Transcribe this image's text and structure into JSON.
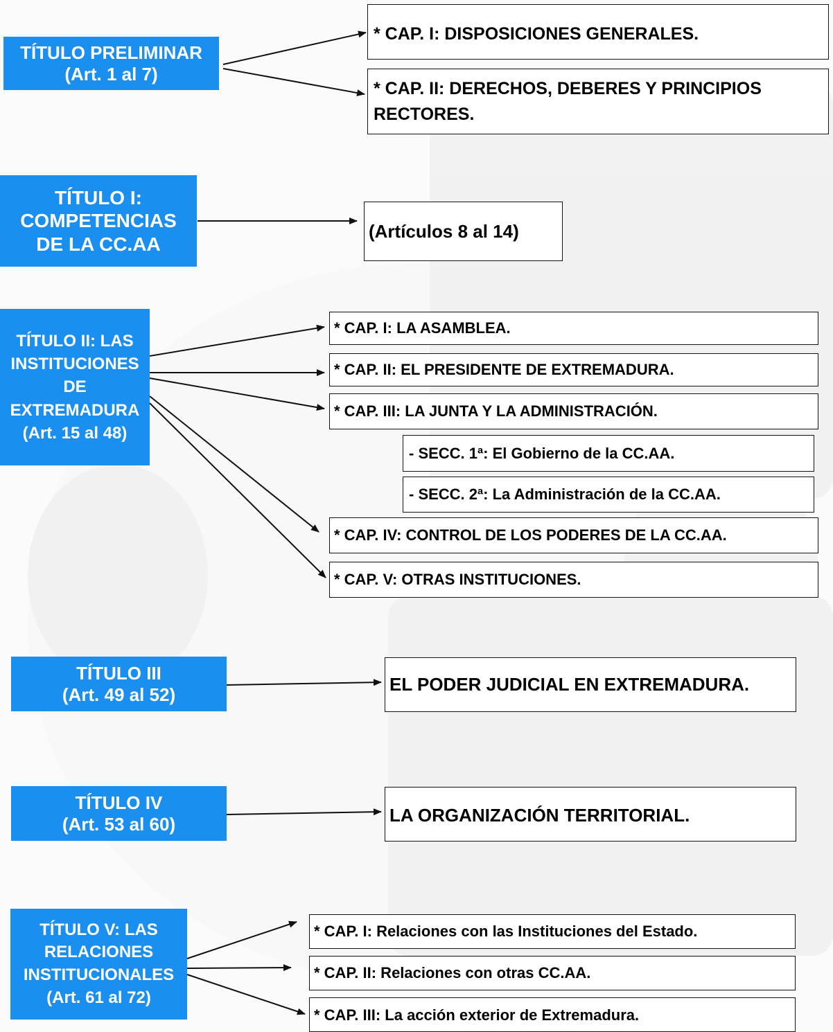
{
  "titles": {
    "preliminar": [
      "TÍTULO PRELIMINAR",
      "(Art. 1 al 7)"
    ],
    "t1": [
      "TÍTULO I:",
      "COMPETENCIAS",
      "DE LA CC.AA"
    ],
    "t2": [
      "TÍTULO II: LAS",
      "INSTITUCIONES",
      "DE",
      "EXTREMADURA",
      "(Art. 15 al 48)"
    ],
    "t3": [
      "TÍTULO III",
      "(Art. 49 al 52)"
    ],
    "t4": [
      "TÍTULO IV",
      "(Art. 53 al 60)"
    ],
    "t5": [
      "TÍTULO V: LAS",
      "RELACIONES",
      "INSTITUCIONALES",
      "(Art. 61 al 72)"
    ]
  },
  "boxes": {
    "pre_cap1": "* CAP. I: DISPOSICIONES GENERALES.",
    "pre_cap2_l1": "* CAP. II: DERECHOS, DEBERES Y PRINCIPIOS",
    "pre_cap2_l2": "RECTORES.",
    "t1_articulos": "(Artículos 8 al 14)",
    "t2_cap1": "* CAP. I: LA ASAMBLEA.",
    "t2_cap2": "* CAP. II: EL PRESIDENTE DE EXTREMADURA.",
    "t2_cap3": "* CAP. III: LA JUNTA Y LA ADMINISTRACIÓN.",
    "t2_secc1": "- SECC. 1ª: El Gobierno de la CC.AA.",
    "t2_secc2": "- SECC. 2ª: La Administración de la CC.AA.",
    "t2_cap4": "* CAP. IV: CONTROL DE LOS PODERES DE LA CC.AA.",
    "t2_cap5": "* CAP. V: OTRAS INSTITUCIONES.",
    "t3_poder": "EL PODER JUDICIAL EN EXTREMADURA.",
    "t4_organizacion": "LA ORGANIZACIÓN TERRITORIAL.",
    "t5_cap1": "* CAP. I: Relaciones con las Instituciones del Estado.",
    "t5_cap2": "* CAP. II: Relaciones con otras CC.AA.",
    "t5_cap3": "* CAP. III: La acción exterior de Extremadura."
  },
  "colors": {
    "title_bg": "#1a8ff0",
    "title_text": "#ffffff",
    "box_border": "#111111"
  }
}
